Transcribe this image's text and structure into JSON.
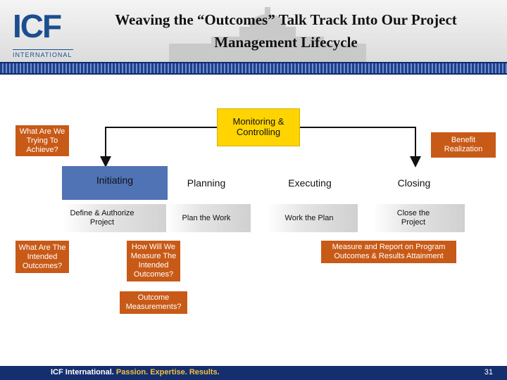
{
  "header": {
    "logo_main": "ICF",
    "logo_sub": "INTERNATIONAL",
    "title": "Weaving the “Outcomes” Talk Track Into Our Project Management Lifecycle"
  },
  "diagram": {
    "monitoring": "Monitoring & Controlling",
    "what_achieve": "What Are We Trying To Achieve?",
    "benefit": "Benefit Realization",
    "stages": [
      "Initiating",
      "Planning",
      "Executing",
      "Closing"
    ],
    "substages": [
      "Define & Authorize Project",
      "Plan the Work",
      "Work the Plan",
      "Close the Project"
    ],
    "intended_outcomes": "What Are The Intended Outcomes?",
    "measure_intended": "How Will We Measure The Intended Outcomes?",
    "measure_report": "Measure and Report on Program Outcomes & Results Attainment",
    "outcome_measurements": "Outcome Measurements?"
  },
  "footer": {
    "company": "ICF International.",
    "tagline": "Passion. Expertise. Results.",
    "page_number": "31"
  },
  "colors": {
    "brand_blue": "#1b4e8f",
    "orange": "#c85a17",
    "yellow": "#ffd400",
    "stage_blue": "#4f73b4",
    "footer_navy": "#152f6e"
  }
}
